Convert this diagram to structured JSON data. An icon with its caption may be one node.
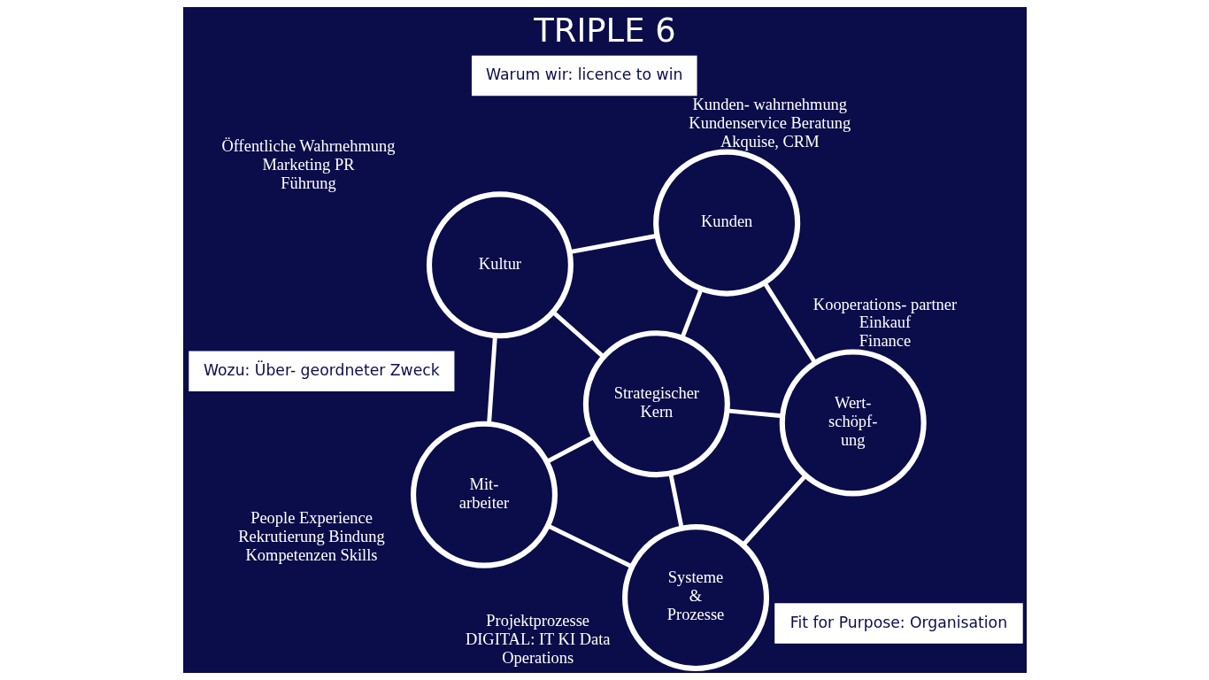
{
  "diagram": {
    "title": "TRIPLE 6",
    "nodes": [
      {
        "text": [
          "Kultur"
        ],
        "beside": [
          "Öffentliche Wahrnehmung",
          "Marketing PR",
          "Führung"
        ]
      },
      {
        "text": [
          "Warum wir: licence to win"
        ]
      },
      {
        "text": [
          "Wozu: Über- geordneter Zweck"
        ]
      },
      {
        "text": [
          "Kunden"
        ],
        "beside": [
          "Kunden- wahrnehmung",
          "Kundenservice Beratung",
          "Akquise, CRM"
        ]
      },
      {
        "text": [
          "Strategischer Kern"
        ]
      },
      {
        "text": [
          "Mit- arbeiter"
        ],
        "beside": [
          "People Experience",
          "Rekrutierung Bindung",
          "Kompetenzen Skills"
        ]
      },
      {
        "text": [
          "Wert- schöpf- ung"
        ],
        "beside": [
          "Kooperations- partner",
          "Einkauf",
          "Finance"
        ]
      },
      {
        "text": [
          "Systeme & Prozesse"
        ],
        "beside": [
          "Projektprozesse",
          "DIGITAL: IT KI Data",
          "Operations"
        ]
      },
      {
        "text": [
          "Fit for Purpose: Organisation"
        ]
      }
    ],
    "edges": [
      {
        "from": 4,
        "to": 0,
        "arrow": "none"
      },
      {
        "from": 4,
        "to": 3,
        "arrow": "none"
      },
      {
        "from": 4,
        "to": 5,
        "arrow": "none"
      },
      {
        "from": 4,
        "to": 6,
        "arrow": "none"
      },
      {
        "from": 4,
        "to": 7,
        "arrow": "none"
      },
      {
        "from": 0,
        "to": 5,
        "arrow": "none"
      },
      {
        "from": 5,
        "to": 7,
        "arrow": "none"
      },
      {
        "from": 7,
        "to": 6,
        "arrow": "none"
      },
      {
        "from": 6,
        "to": 3,
        "arrow": "none"
      },
      {
        "from": 3,
        "to": 0,
        "arrow": "none"
      }
    ]
  }
}
